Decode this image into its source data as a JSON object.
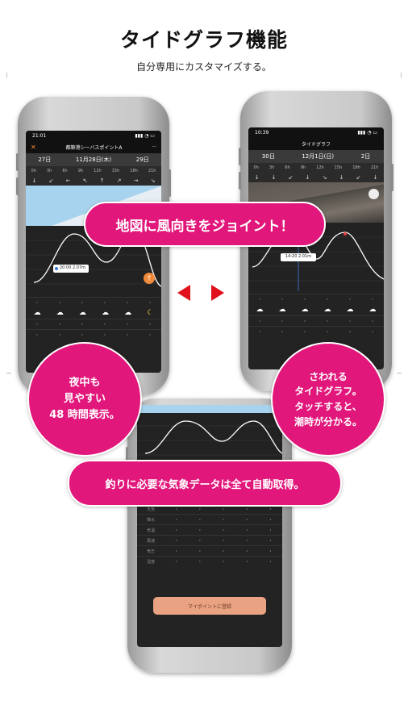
{
  "headline": {
    "title": "タイドグラフ機能",
    "subtitle": "自分専用にカスタマイズする。"
  },
  "phone_left": {
    "time": "21:01",
    "title": "都築港シーバスポイントA",
    "close": "✕",
    "more": "···",
    "dates": [
      "27日",
      "11月28日(木)",
      "29日"
    ],
    "hours": [
      "0h",
      "3h",
      "6h",
      "9h",
      "12h",
      "15h",
      "18h",
      "21h"
    ],
    "wind": [
      "↓",
      "↙",
      "←",
      "↖",
      "↑",
      "↗",
      "→",
      "↘"
    ],
    "tide_label": "20:00 2.07m"
  },
  "phone_right": {
    "time": "10:39",
    "title": "タイドグラフ",
    "dates": [
      "30日",
      "12月1日(日)",
      "2日"
    ],
    "hours": [
      "0h",
      "3h",
      "6h",
      "9h",
      "12h",
      "15h",
      "18h",
      "21h"
    ],
    "wind": [
      "↓",
      "↓",
      "↙",
      "↓",
      "↘",
      "↓",
      "↙",
      "↓"
    ],
    "tide_label": "14:20 2.01m"
  },
  "phone_bottom": {
    "register_label": "マイポイントに登録",
    "row_labels": [
      "天気",
      "降水",
      "気温",
      "風速",
      "気圧",
      "湿度"
    ]
  },
  "callouts": {
    "map_wind": "地図に風向きをジョイント！",
    "night_1": "夜中も",
    "night_2": "見やすい",
    "night_3": "48 時間表示。",
    "touch_1": "さわれる",
    "touch_2": "タイドグラフ。",
    "touch_3": "タッチすると、",
    "touch_4": "潮時が分かる。",
    "weather": "釣りに必要な気象データは全て自動取得。"
  },
  "colors": {
    "accent": "#e2177b",
    "arrow": "#e0101d",
    "button": "#e9a282"
  }
}
